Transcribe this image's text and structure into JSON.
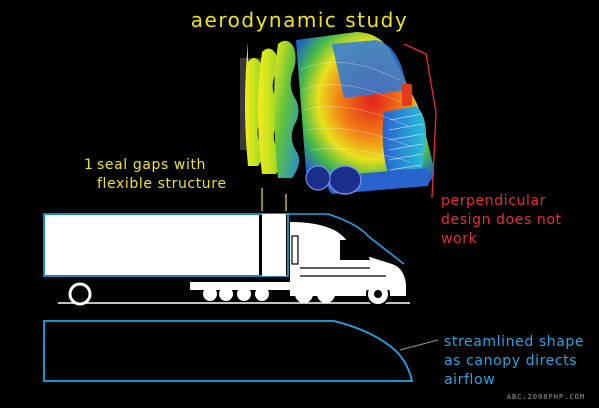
{
  "title": "aerodynamic study",
  "annotations": {
    "seal": {
      "number": "1",
      "lines": [
        "seal gaps with",
        "flexible structure"
      ],
      "color": "#f0e31a"
    },
    "perpendicular": {
      "lines": [
        "perpendicular",
        "design does not",
        "work"
      ],
      "color": "#ee2a2a"
    },
    "streamlined": {
      "lines": [
        "streamlined shape",
        "as canopy directs",
        "airflow"
      ],
      "color": "#1ea7e8"
    }
  },
  "watermark": "ABC.2008PHP.COM",
  "colors": {
    "background": "#000000",
    "title": "#f0e31a",
    "outline": "#1ea7e8",
    "truck": "#ffffff"
  }
}
